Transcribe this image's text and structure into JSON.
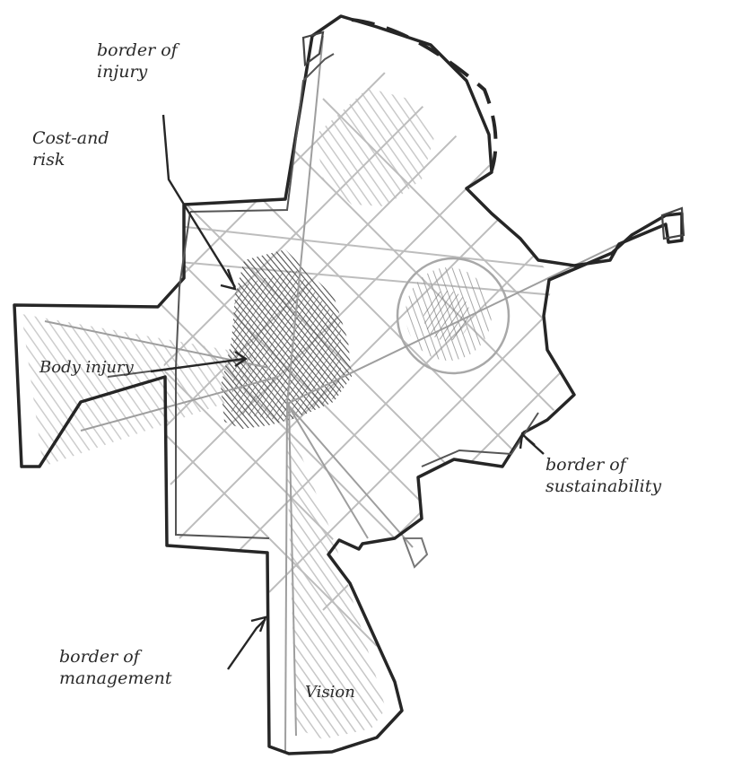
{
  "labels": {
    "border_injury": [
      "border of",
      "injury"
    ],
    "cost_risk": [
      "Cost-and",
      "risk"
    ],
    "body_injury": "Body injury",
    "border_sustainability": [
      "border of",
      "sustainability"
    ],
    "border_management": [
      "border of",
      "management"
    ],
    "vision": "Vision"
  },
  "colors": {
    "ink": "#2a2a2a",
    "pencil_grid": "#b9b9b9",
    "hatch_dark": "#5a5a5a",
    "hatch_light": "#c9c9c9",
    "paper": "#ffffff"
  }
}
